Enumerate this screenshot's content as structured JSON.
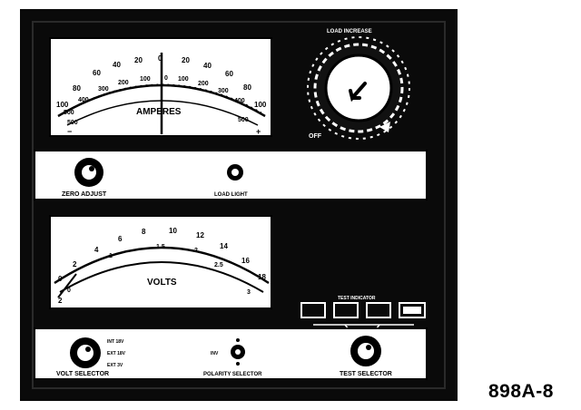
{
  "ammeter": {
    "title": "AMPERES",
    "upper_scale": [
      "60",
      "40",
      "20",
      "0",
      "20",
      "40",
      "60",
      "80",
      "100"
    ],
    "upper_scale_left": [
      "100",
      "80"
    ],
    "middle_scale": [
      "300",
      "200",
      "100",
      "0",
      "100",
      "200",
      "300",
      "400"
    ],
    "middle_scale_left": [
      "400",
      "500"
    ],
    "lower_scale_left": "500",
    "lower_scale_right": "500",
    "minus_mark": "−",
    "plus_mark": "+"
  },
  "load_knob": {
    "label": "LOAD INCREASE",
    "off_label": "OFF"
  },
  "top_strip": {
    "zero_adjust": "ZERO ADJUST",
    "load_light": "LOAD LIGHT"
  },
  "voltmeter": {
    "title": "VOLTS",
    "upper_scale": [
      "2",
      "4",
      "6",
      "8",
      "10",
      "12",
      "14",
      "16",
      "18"
    ],
    "upper_zero": "0",
    "lower_scale": [
      "0",
      "1",
      "1.5",
      "2",
      "2.5",
      "3"
    ],
    "lower_left": "2"
  },
  "test_windows": {
    "label": "TEST INDICATOR"
  },
  "bottom_strip": {
    "volt_selector": "VOLT SELECTOR",
    "volt_options": [
      "INT 18V",
      "EXT 18V",
      "EXT 3V"
    ],
    "polarity_selector": "POLARITY SELECTOR",
    "test_selector": "TEST SELECTOR"
  },
  "figure_code": "898A-8"
}
